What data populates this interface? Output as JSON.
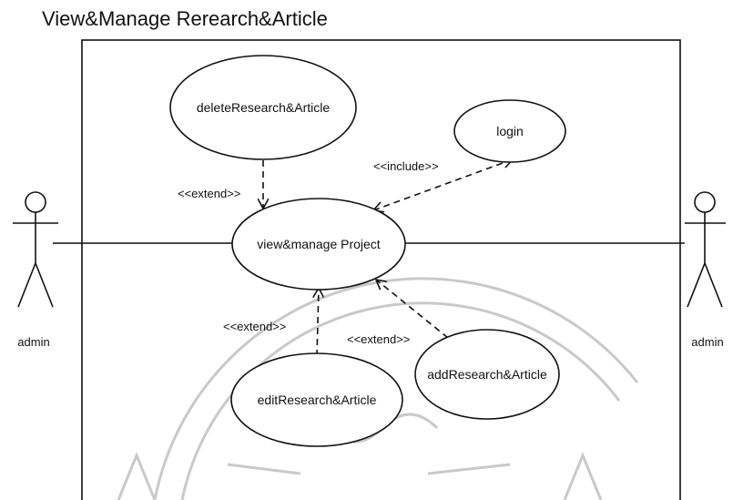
{
  "title": "View&Manage Rerearch&Article",
  "actors": {
    "left": {
      "label": "admin"
    },
    "right": {
      "label": "admin"
    }
  },
  "use_cases": {
    "delete": "deleteResearch&Article",
    "login": "login",
    "view_manage": "view&manage Project",
    "edit": "editResearch&Article",
    "add": "addResearch&Article"
  },
  "relations": {
    "include_login": "<<include>>",
    "extend_delete": "<<extend>>",
    "extend_edit": "<<extend>>",
    "extend_add": "<<extend>>"
  }
}
